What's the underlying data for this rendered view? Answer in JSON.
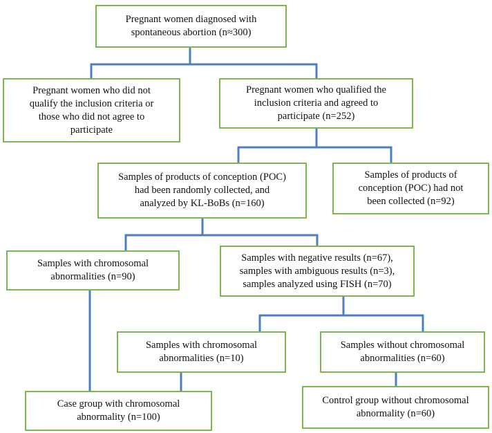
{
  "nodes": {
    "total": [
      "Pregnant women diagnosed with",
      "spontaneous abortion (n≈300)"
    ],
    "excluded": [
      "Pregnant women who did not",
      "qualify the inclusion criteria or",
      "those who did not agree to",
      "participate"
    ],
    "qualified": [
      "Pregnant women who qualified the",
      "inclusion criteria and agreed to",
      "participate (n=252)"
    ],
    "collected": [
      "Samples of products of conception (POC)",
      "had been randomly collected, and",
      "analyzed by KL-BoBs (n=160)"
    ],
    "not_collected": [
      "Samples of products of",
      "conception (POC) had not",
      "been collected (n=92)"
    ],
    "abnormal": [
      "Samples with chromosomal",
      "abnormalities (n=90)"
    ],
    "negative": [
      "Samples with negative results (n=67),",
      "samples with ambiguous results (n=3),",
      "samples analyzed using FISH (n=70)"
    ],
    "fish_abnormal": [
      "Samples with chromosomal",
      "abnormalities (n=10)"
    ],
    "fish_normal": [
      "Samples without chromosomal",
      "abnormalities (n=60)"
    ],
    "case_group": [
      "Case group with chromosomal",
      "abnormality (n=100)"
    ],
    "control_group": [
      "Control group without chromosomal",
      "abnormality (n=60)"
    ]
  },
  "colors": {
    "box_border": "#7bb84a",
    "connector": "#4d7ec1",
    "text": "#111111"
  }
}
